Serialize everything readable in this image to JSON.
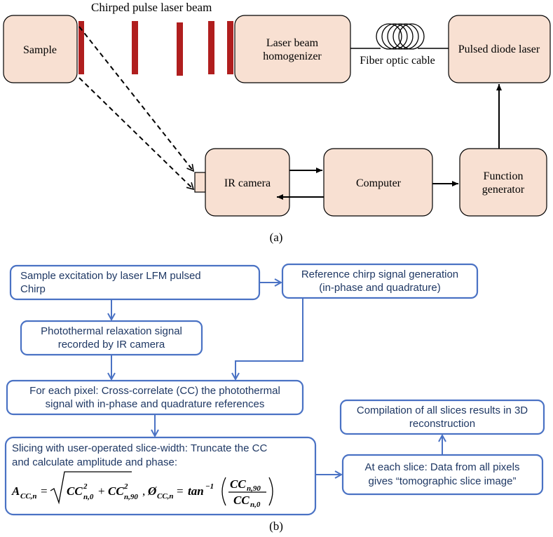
{
  "setup": {
    "beam_label": "Chirped pulse laser beam",
    "sample": "Sample",
    "homogenizer_line1": "Laser beam",
    "homogenizer_line2": "homogenizer",
    "fiber_label": "Fiber optic cable",
    "diode_laser": "Pulsed diode laser",
    "ir_camera": "IR camera",
    "computer": "Computer",
    "function_gen_line1": "Function",
    "function_gen_line2": "generator",
    "caption": "(a)"
  },
  "flow": {
    "excitation_line1": "Sample excitation by laser LFM pulsed",
    "excitation_line2": "Chirp",
    "reference_line1": "Reference chirp signal generation",
    "reference_line2": "(in-phase and quadrature)",
    "relaxation_line1": "Photothermal relaxation signal",
    "relaxation_line2": "recorded by IR camera",
    "crosscorr_line1": "For each pixel: Cross-correlate (CC) the photothermal",
    "crosscorr_line2": "signal with in-phase and quadrature references",
    "slicing_line1": "Slicing with user-operated slice-width: Truncate the CC",
    "slicing_line2": "and calculate amplitude and phase:",
    "slice_line1": "At each slice: Data from all pixels",
    "slice_line2": "gives “tomographic slice image”",
    "compile_line1": "Compilation of all slices results in 3D",
    "compile_line2": "reconstruction",
    "caption": "(b)"
  },
  "formula": {
    "amp_symbol": "A",
    "amp_sub": "CC,n",
    "equals": "=",
    "term1": "CC",
    "term1_sup": "2",
    "term1_sub": "n,0",
    "plus": "+",
    "term2": "CC",
    "term2_sup": "2",
    "term2_sub": "n,90",
    "comma": ",",
    "phase_symbol": "Ø",
    "phase_sub": "CC,n",
    "equals2": "=",
    "arctan": "tan",
    "arctan_sup": "−1",
    "num": "CC",
    "num_sub": "n,90",
    "den": "CC",
    "den_sub": "n,0"
  }
}
